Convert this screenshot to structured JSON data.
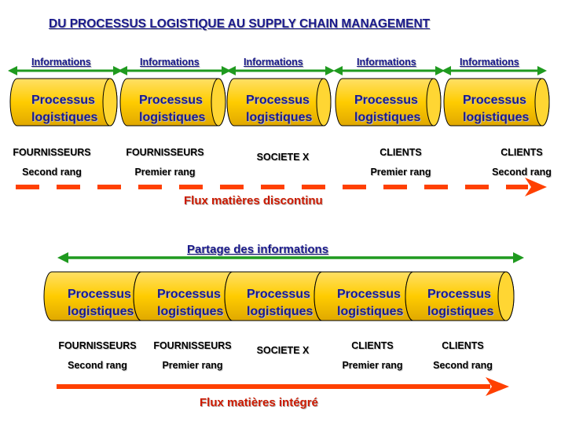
{
  "title": "DU PROCESSUS LOGISTIQUE AU SUPPLY CHAIN MANAGEMENT",
  "colors": {
    "cylinder": "#ffcc00",
    "dark_blue": "#1a1a8c",
    "green": "#1f9a1f",
    "orange": "#ff4000",
    "red_text": "#cc1a00"
  },
  "top": {
    "info_labels": [
      "Informations",
      "Informations",
      "Informations",
      "Informations",
      "Informations"
    ],
    "cylinders": [
      {
        "line1": "Processus",
        "line2": "logistiques"
      },
      {
        "line1": "Processus",
        "line2": "logistiques"
      },
      {
        "line1": "Processus",
        "line2": "logistiques"
      },
      {
        "line1": "Processus",
        "line2": "logistiques"
      },
      {
        "line1": "Processus",
        "line2": "logistiques"
      }
    ],
    "actors": [
      {
        "line1": "FOURNISSEURS",
        "line2": "Second rang"
      },
      {
        "line1": "FOURNISSEURS",
        "line2": "Premier rang"
      },
      {
        "line1": "SOCIETE X",
        "line2": ""
      },
      {
        "line1": "CLIENTS",
        "line2": "Premier rang"
      },
      {
        "line1": "CLIENTS",
        "line2": "Second rang"
      }
    ],
    "flux_label": "Flux matières discontinu"
  },
  "bottom": {
    "sharing_label": "Partage des informations",
    "cylinders": [
      {
        "line1": "Processus",
        "line2": "logistiques"
      },
      {
        "line1": "Processus",
        "line2": "logistiques"
      },
      {
        "line1": "Processus",
        "line2": "logistiques"
      },
      {
        "line1": "Processus",
        "line2": "logistiques"
      },
      {
        "line1": "Processus",
        "line2": "logistiques"
      }
    ],
    "actors": [
      {
        "line1": "FOURNISSEURS",
        "line2": "Second rang"
      },
      {
        "line1": "FOURNISSEURS",
        "line2": "Premier rang"
      },
      {
        "line1": "SOCIETE X",
        "line2": ""
      },
      {
        "line1": "CLIENTS",
        "line2": "Premier rang"
      },
      {
        "line1": "CLIENTS",
        "line2": "Second rang"
      }
    ],
    "flux_label": "Flux matières intégré"
  }
}
